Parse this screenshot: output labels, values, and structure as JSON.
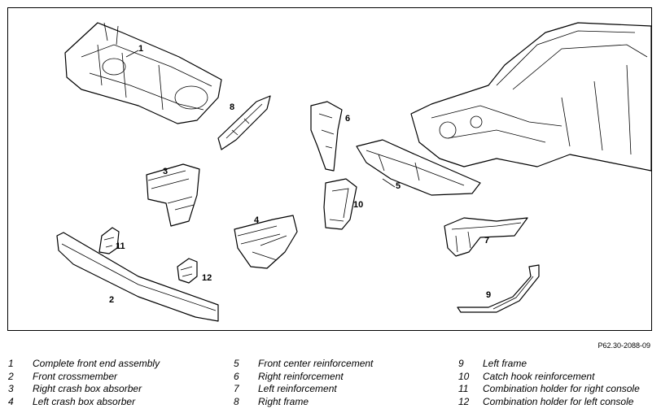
{
  "diagram": {
    "callouts": [
      {
        "id": "c1",
        "label": "1"
      },
      {
        "id": "c2",
        "label": "2"
      },
      {
        "id": "c3",
        "label": "3"
      },
      {
        "id": "c4",
        "label": "4"
      },
      {
        "id": "c5",
        "label": "5"
      },
      {
        "id": "c6",
        "label": "6"
      },
      {
        "id": "c7",
        "label": "7"
      },
      {
        "id": "c8",
        "label": "8"
      },
      {
        "id": "c9",
        "label": "9"
      },
      {
        "id": "c10",
        "label": "10"
      },
      {
        "id": "c11",
        "label": "11"
      },
      {
        "id": "c12",
        "label": "12"
      }
    ],
    "reference": "P62.30-2088-09"
  },
  "legend": [
    {
      "num": "1",
      "text": "Complete front end assembly"
    },
    {
      "num": "2",
      "text": "Front crossmember"
    },
    {
      "num": "3",
      "text": "Right crash box absorber"
    },
    {
      "num": "4",
      "text": "Left crash box absorber"
    },
    {
      "num": "5",
      "text": "Front center reinforcement"
    },
    {
      "num": "6",
      "text": "Right reinforcement"
    },
    {
      "num": "7",
      "text": "Left reinforcement"
    },
    {
      "num": "8",
      "text": "Right frame"
    },
    {
      "num": "9",
      "text": "Left frame"
    },
    {
      "num": "10",
      "text": "Catch hook reinforcement"
    },
    {
      "num": "11",
      "text": "Combination holder for right console"
    },
    {
      "num": "12",
      "text": "Combination holder for left console"
    }
  ]
}
